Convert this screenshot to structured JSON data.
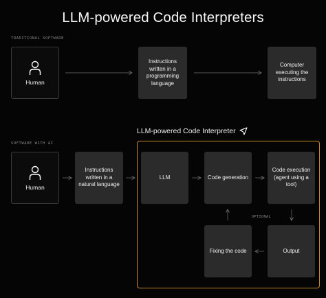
{
  "title": "LLM-powered Code Interpreters",
  "traditional": {
    "section_label": "TRADITIONAL SOFTWARE",
    "human_label": "Human",
    "instructions": "Instructions written in a programming language",
    "computer": "Computer executing the instructions"
  },
  "ai": {
    "section_label": "SOFTWARE WITH AI",
    "human_label": "Human",
    "instructions": "Instructions written in a natural language",
    "frame_title": "LLM-powered Code Interpreter",
    "llm": "LLM",
    "code_generation": "Code generation",
    "code_execution": "Code execution (agent using a tool)",
    "optional": "OPTIONAL",
    "fixing": "Fixing the code",
    "output": "Output"
  },
  "colors": {
    "background": "#050505",
    "box": "#2b2b2b",
    "frame_border": "#c9862a",
    "connector": "#5a5a5a"
  },
  "icons": [
    "person-icon",
    "cursor-arrow-icon",
    "arrow-icon"
  ]
}
